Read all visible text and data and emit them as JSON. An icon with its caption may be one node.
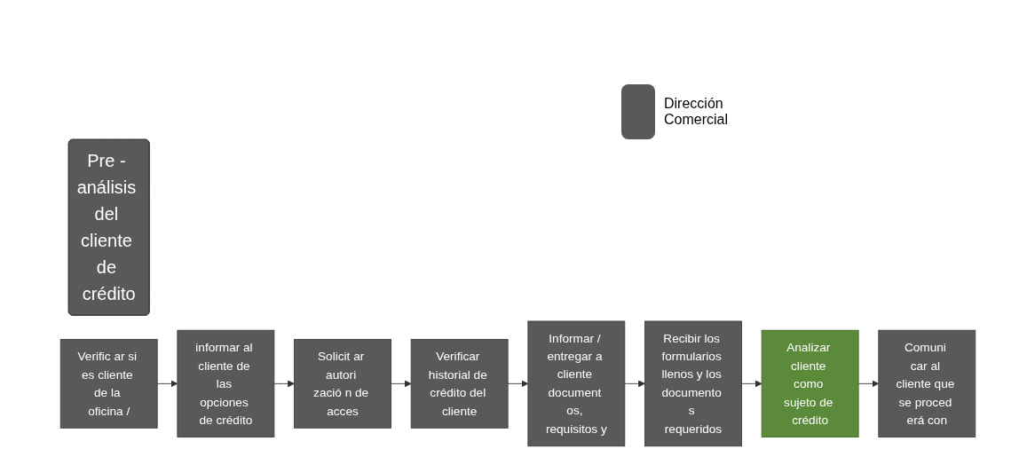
{
  "diagram": {
    "nodes": [
      {
        "text": [
          "Pre - análisis del cliente de crédito"
        ]
      },
      {
        "text": [
          "Verific ar si es cliente de la oficina /"
        ]
      },
      {
        "text": [
          "informar al cliente de las opciones de crédito"
        ]
      },
      {
        "text": [
          "Solicit ar autori zació n de acces"
        ]
      },
      {
        "text": [
          "Verificar historial de crédito del cliente"
        ]
      },
      {
        "text": [
          "Informar / entregar a cliente document os, requisitos y"
        ]
      },
      {
        "text": [
          "Recibir los formularios llenos y los documento s requeridos"
        ]
      },
      {
        "text": [
          "Analizar cliente como sujeto de crédito"
        ]
      },
      {
        "text": [
          "Comuni car al cliente que se proced erá con"
        ]
      }
    ],
    "edges": [
      {
        "from": 1,
        "to": 2,
        "arrow": "to"
      },
      {
        "from": 2,
        "to": 3,
        "arrow": "to"
      },
      {
        "from": 3,
        "to": 4,
        "arrow": "to"
      },
      {
        "from": 4,
        "to": 5,
        "arrow": "to"
      },
      {
        "from": 5,
        "to": 6,
        "arrow": "to"
      },
      {
        "from": 6,
        "to": 7,
        "arrow": "to"
      },
      {
        "from": 7,
        "to": 8,
        "arrow": "to"
      }
    ],
    "legend": [
      {
        "text": "Dirección Comercial",
        "color": "#595959"
      }
    ]
  }
}
